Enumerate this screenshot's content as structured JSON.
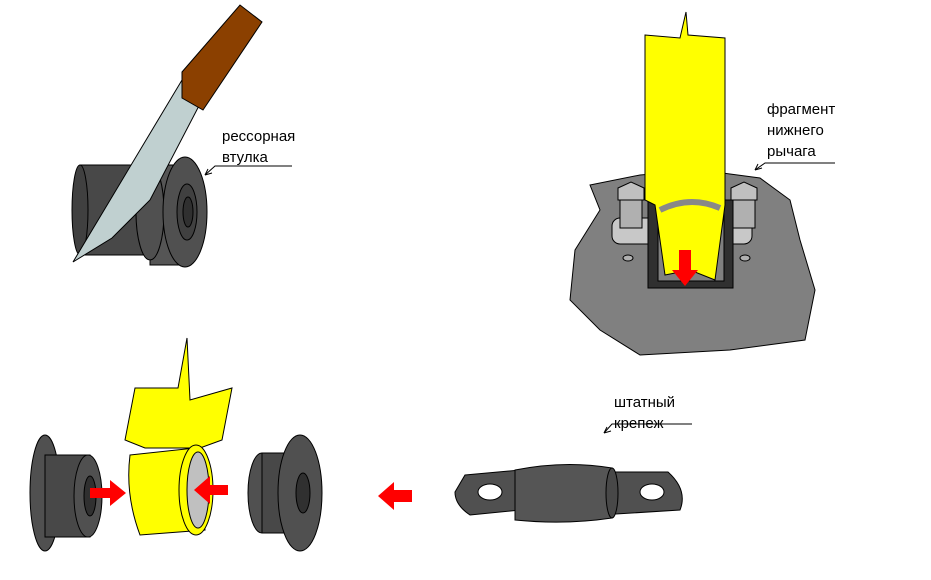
{
  "labels": {
    "bushing": [
      "рессорная",
      "втулка"
    ],
    "lower_arm": [
      "фрагмент",
      "нижнего",
      "рычага"
    ],
    "fastener": [
      "штатный",
      "крепеж"
    ]
  },
  "colors": {
    "rubber": "#505050",
    "yellow": "#ffff00",
    "red": "#ff0000",
    "blade": "#c0d0d0",
    "handle": "#8b4000",
    "plate": "#808080"
  }
}
